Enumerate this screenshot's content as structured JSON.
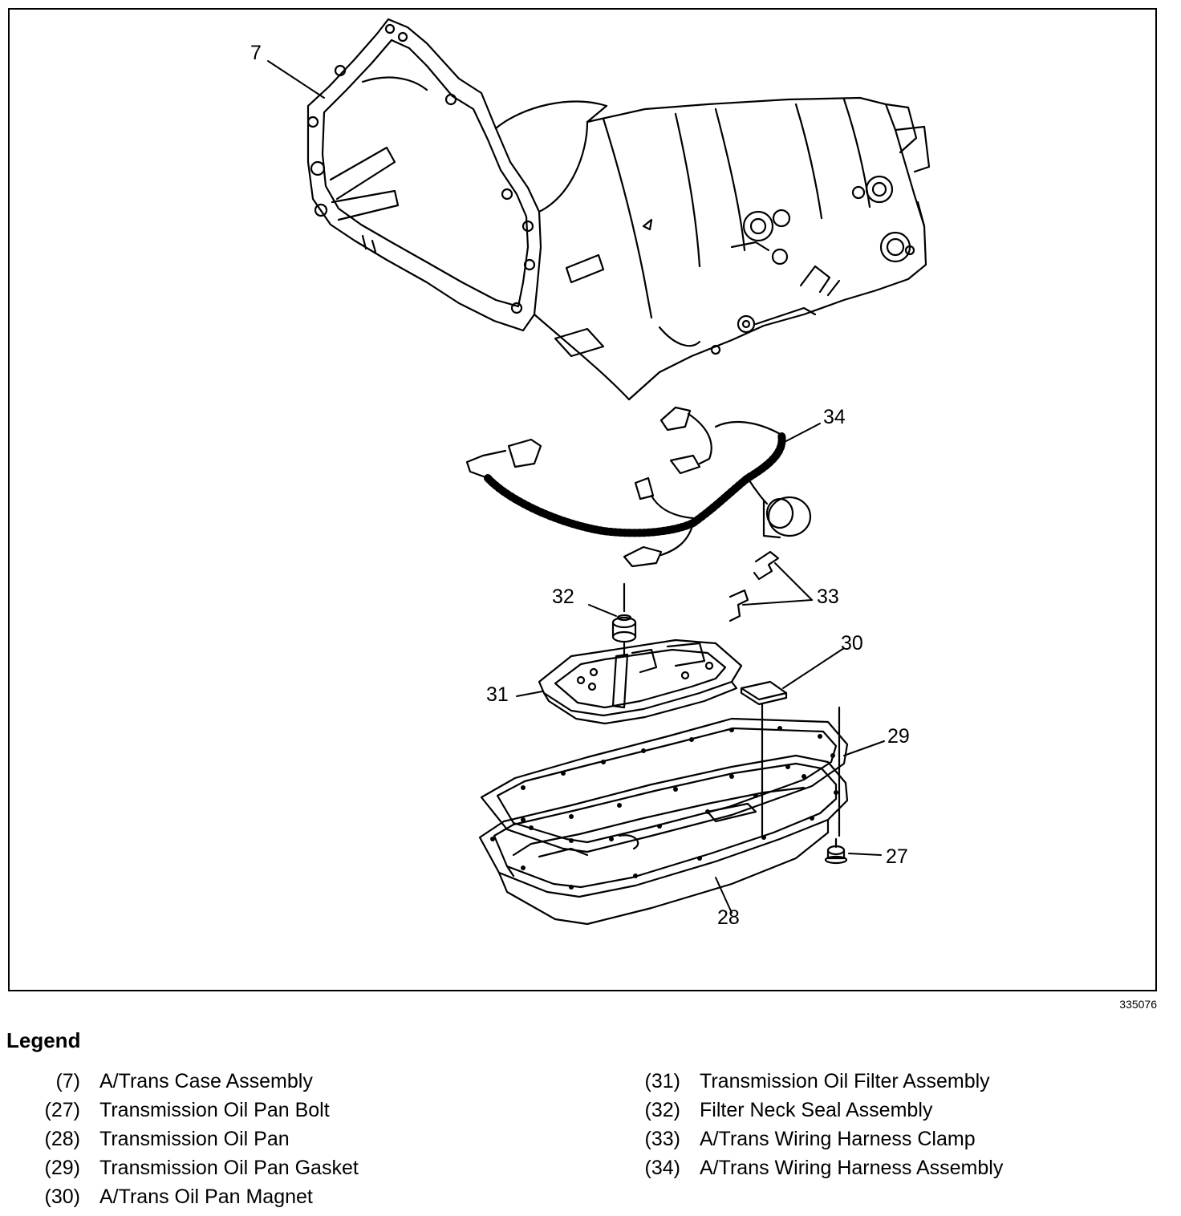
{
  "figure_id": "335076",
  "callouts": {
    "c7": "7",
    "c34": "34",
    "c32": "32",
    "c33": "33",
    "c30": "30",
    "c31": "31",
    "c29": "29",
    "c27": "27",
    "c28": "28"
  },
  "legend": {
    "title": "Legend",
    "left": [
      {
        "num": "(7)",
        "label": "A/Trans Case Assembly"
      },
      {
        "num": "(27)",
        "label": "Transmission Oil Pan Bolt"
      },
      {
        "num": "(28)",
        "label": "Transmission Oil Pan"
      },
      {
        "num": "(29)",
        "label": "Transmission Oil Pan Gasket"
      },
      {
        "num": "(30)",
        "label": "A/Trans Oil Pan Magnet"
      }
    ],
    "right": [
      {
        "num": "(31)",
        "label": "Transmission Oil Filter Assembly"
      },
      {
        "num": "(32)",
        "label": "Filter Neck Seal Assembly"
      },
      {
        "num": "(33)",
        "label": "A/Trans Wiring Harness Clamp"
      },
      {
        "num": "(34)",
        "label": "A/Trans Wiring Harness Assembly"
      }
    ]
  }
}
